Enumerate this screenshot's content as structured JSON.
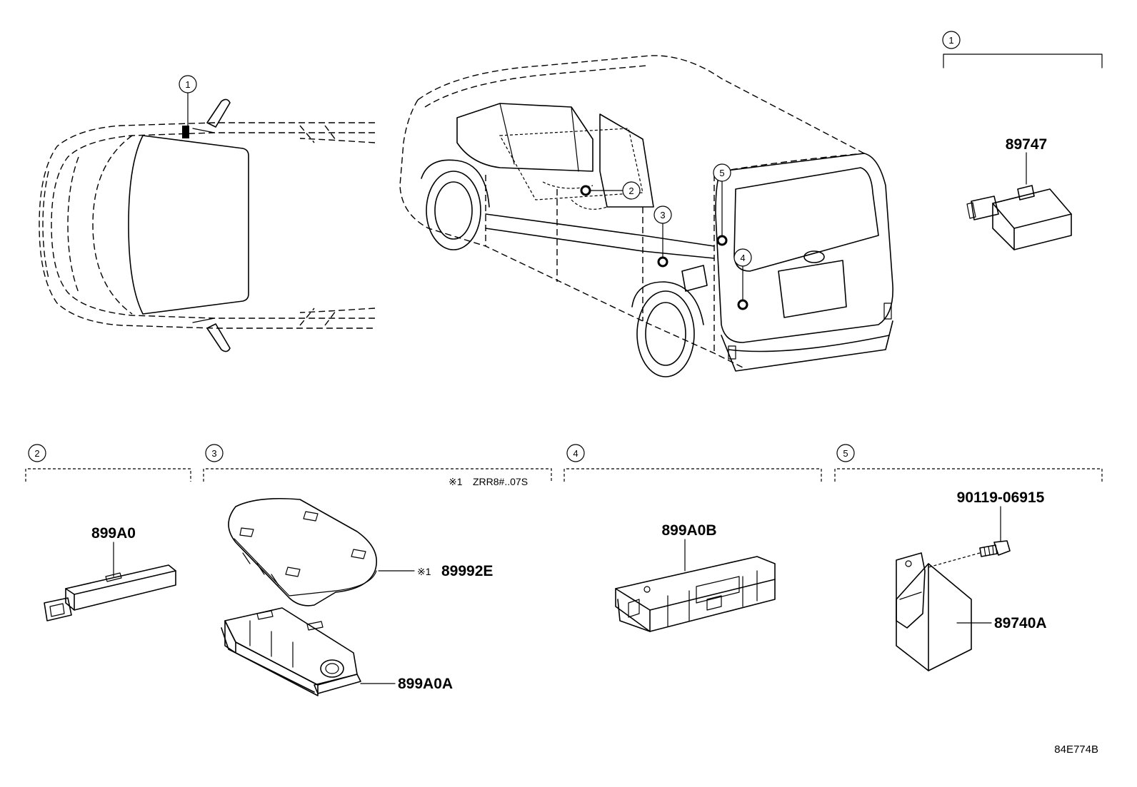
{
  "callouts": {
    "top_view": "1",
    "loc_2": "2",
    "loc_3": "3",
    "loc_4": "4",
    "loc_5": "5"
  },
  "sections": [
    {
      "id": "1",
      "parts": [
        "89747"
      ]
    },
    {
      "id": "2",
      "parts": [
        "899A0"
      ]
    },
    {
      "id": "3",
      "note_mark": "※1",
      "note_text": "ZRR8#..07S",
      "parts": [
        "89992E",
        "899A0A"
      ],
      "part_mark": "※1"
    },
    {
      "id": "4",
      "parts": [
        "899A0B"
      ]
    },
    {
      "id": "5",
      "parts": [
        "90119-06915",
        "89740A"
      ]
    }
  ],
  "diagram_code": "84E774B"
}
